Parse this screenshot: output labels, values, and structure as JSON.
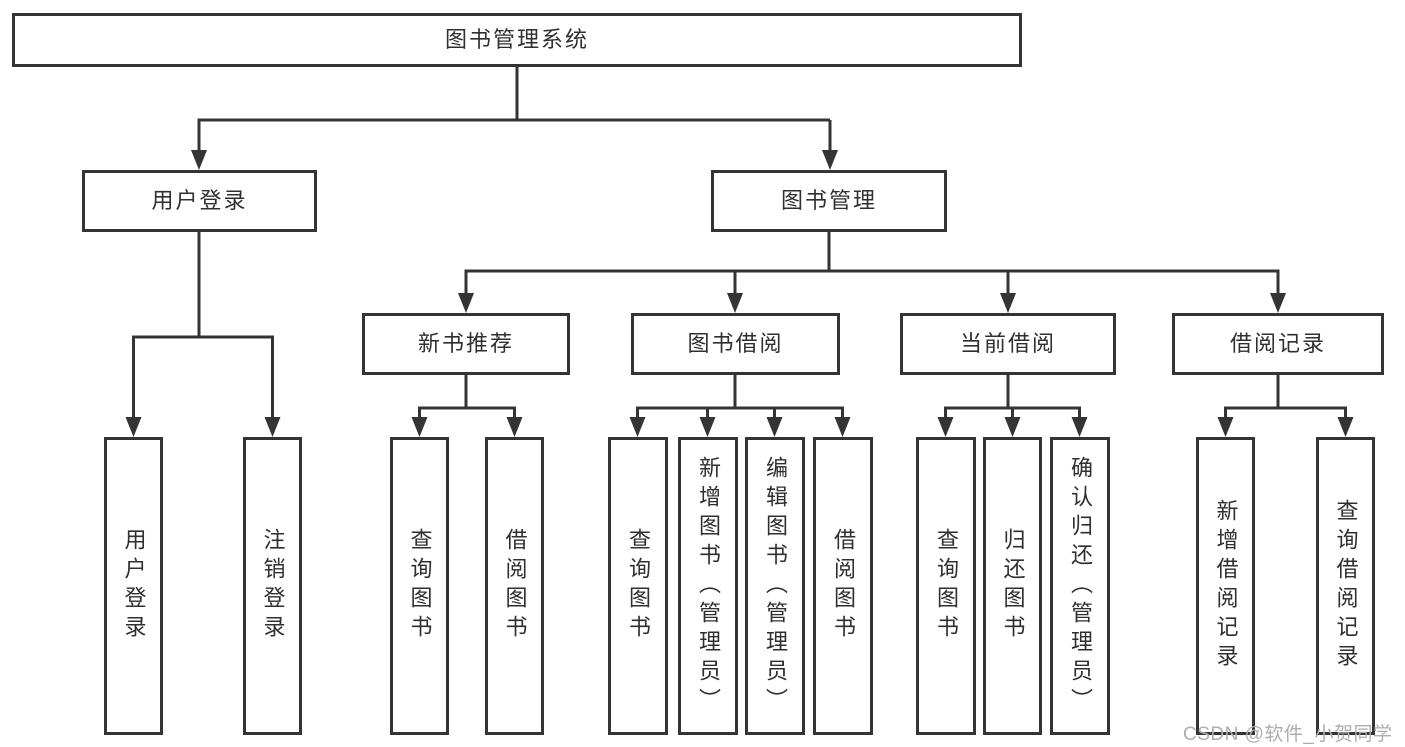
{
  "diagram": {
    "root": {
      "label": "图书管理系统"
    },
    "branches": [
      {
        "label": "用户登录",
        "children": [
          {
            "label": "用户登录"
          },
          {
            "label": "注销登录"
          }
        ]
      },
      {
        "label": "图书管理",
        "groups": [
          {
            "label": "新书推荐",
            "children": [
              {
                "label": "查询图书"
              },
              {
                "label": "借阅图书"
              }
            ]
          },
          {
            "label": "图书借阅",
            "children": [
              {
                "label": "查询图书"
              },
              {
                "label": "新增图书（管理员）"
              },
              {
                "label": "编辑图书（管理员）"
              },
              {
                "label": "借阅图书"
              }
            ]
          },
          {
            "label": "当前借阅",
            "children": [
              {
                "label": "查询图书"
              },
              {
                "label": "归还图书"
              },
              {
                "label": "确认归还（管理员）"
              }
            ]
          },
          {
            "label": "借阅记录",
            "children": [
              {
                "label": "新增借阅记录"
              },
              {
                "label": "查询借阅记录"
              }
            ]
          }
        ]
      }
    ]
  },
  "watermark": "CSDN @软件_小贺同学",
  "colors": {
    "line": "#343434",
    "box_border": "#343434",
    "box_fill": "#ffffff",
    "text": "#2f2f2f",
    "watermark": "#aeaeae",
    "background": "#ffffff"
  }
}
